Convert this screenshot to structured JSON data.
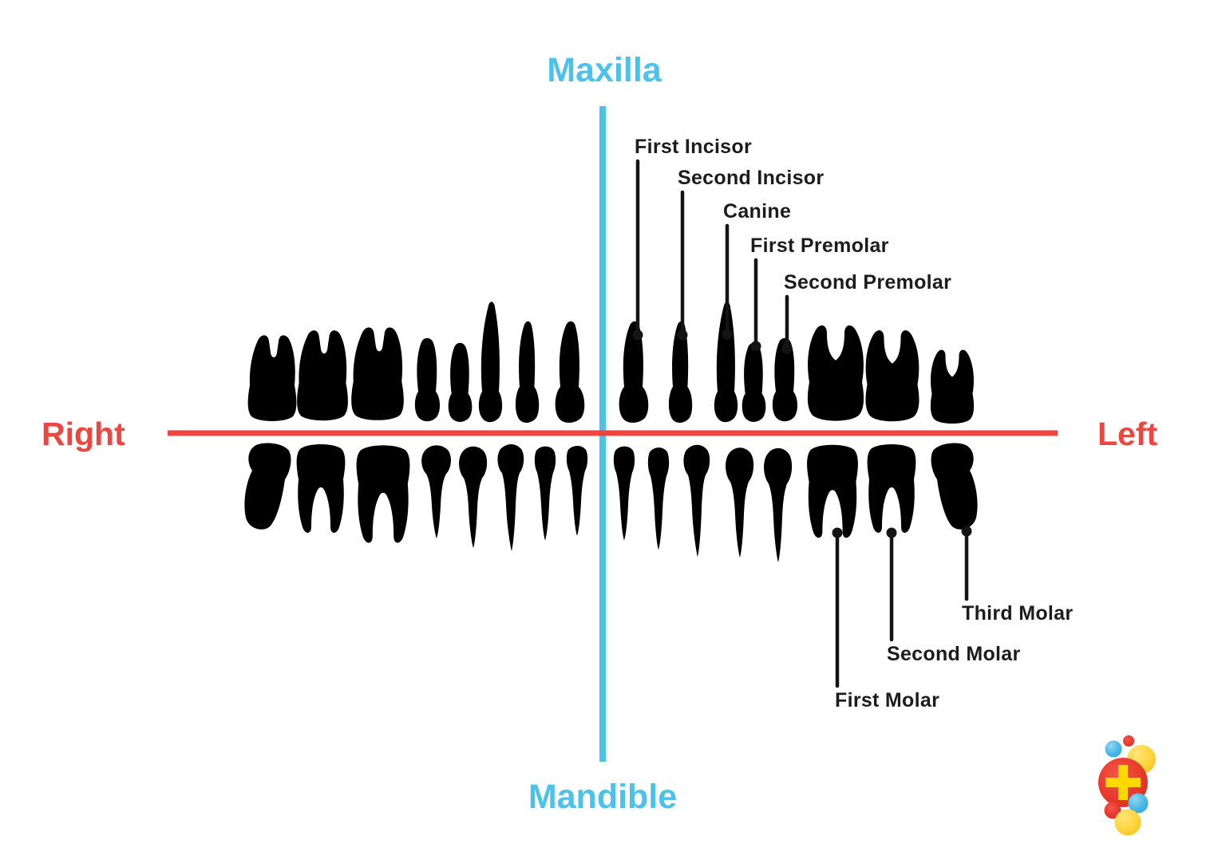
{
  "diagram": {
    "top_axis_label": "Maxilla",
    "bottom_axis_label": "Mandible",
    "left_side_label": "Right",
    "right_side_label": "Left",
    "upper_tooth_labels": [
      "First Incisor",
      "Second Incisor",
      "Canine",
      "First Premolar",
      "Second Premolar"
    ],
    "lower_tooth_labels": [
      "First Molar",
      "Second Molar",
      "Third Molar"
    ],
    "teeth_counts": {
      "upper_row": 16,
      "lower_row": 16
    },
    "colors": {
      "horizontal_axis_red": "#ee4540",
      "vertical_axis_blue": "#4cc2ea",
      "side_label_text": "#ee4540",
      "axis_label_text": "#4cc2ea",
      "tooth_label_text": "#1c1c1c",
      "tooth_outline": "#1a1a1a"
    }
  },
  "logo": {
    "name": "medical-plus-bubbles-logo",
    "colors": {
      "main_circle_red": "#e93a2e",
      "plus_yellow": "#ffd800",
      "bubble_yellow": "#ffd43c",
      "bubble_blue": "#4ab8e8",
      "bubble_red": "#e8473a"
    }
  }
}
